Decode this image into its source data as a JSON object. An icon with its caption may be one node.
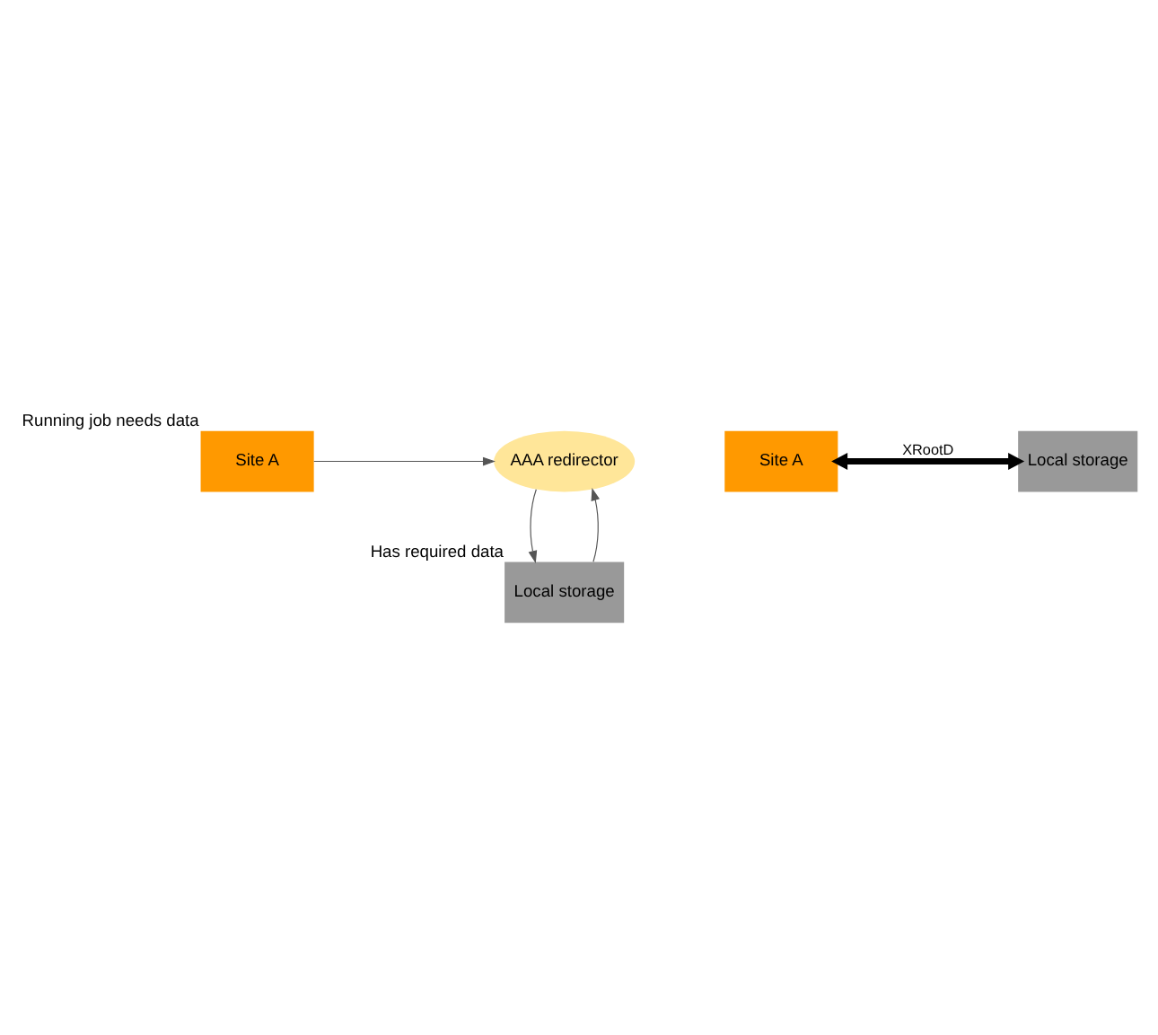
{
  "diagram": {
    "nodes": [
      {
        "text": [
          "Site A"
        ],
        "beside": [
          "Running job needs data"
        ]
      },
      {
        "text": [
          "AAA redirector"
        ]
      },
      {
        "text": [
          "Local storage"
        ],
        "beside": [
          "Has required data"
        ]
      },
      {
        "text": [
          "Site A"
        ]
      },
      {
        "text": [
          "Local storage"
        ]
      }
    ],
    "edges": [
      {
        "from": 0,
        "to": 1,
        "arrow": "to"
      },
      {
        "from": 2,
        "to": 1,
        "arrow": "to"
      },
      {
        "from": 1,
        "to": 2,
        "arrow": "to"
      },
      {
        "from": 3,
        "to": 4,
        "arrow": "both",
        "label": "XRootD",
        "style": "thick",
        "color": "#000000"
      }
    ]
  }
}
